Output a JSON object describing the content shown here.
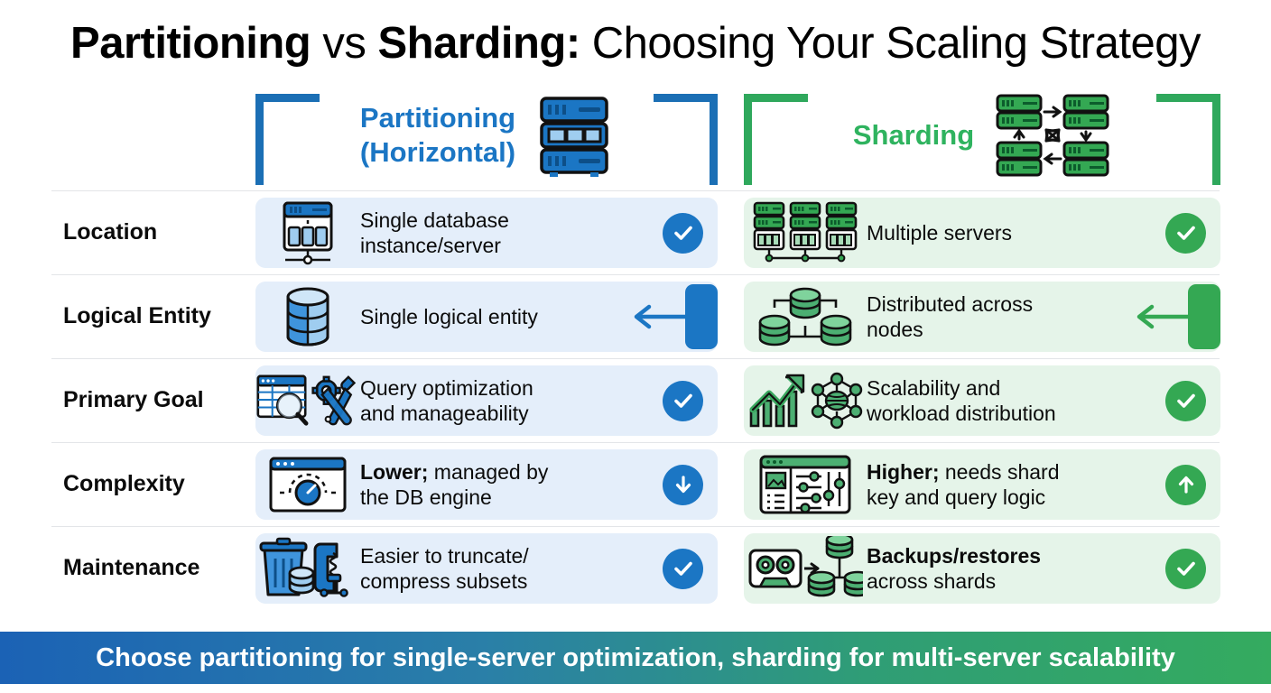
{
  "title": {
    "part1": "Partitioning",
    "part2": " vs ",
    "part3": "Sharding:",
    "part4": " Choosing Your Scaling Strategy"
  },
  "columns": [
    {
      "key": "partitioning",
      "label": "Partitioning\n(Horizontal)",
      "icon": "server-stack-icon",
      "color": "#1b76c4"
    },
    {
      "key": "sharding",
      "label": "Sharding",
      "icon": "distributed-servers-icon",
      "color": "#2fb35f"
    }
  ],
  "rows": [
    {
      "label": "Location",
      "left": {
        "text": "Single database\ninstance/server",
        "icon": "database-server-icon",
        "badge": "check",
        "badge_color": "#1b76c4"
      },
      "right": {
        "text": "Multiple servers",
        "icon": "multiple-servers-icon",
        "badge": "check",
        "badge_color": "#34a853"
      }
    },
    {
      "label": "Logical Entity",
      "left": {
        "text": "Single logical entity",
        "icon": "database-cylinder-icon",
        "badge": "arrow-left-block",
        "badge_color": "#1b76c4"
      },
      "right": {
        "text": "Distributed across\nnodes",
        "icon": "distributed-databases-icon",
        "badge": "arrow-left-block",
        "badge_color": "#34a853"
      }
    },
    {
      "label": "Primary Goal",
      "left": {
        "text": "Query optimization\nand manageability",
        "icon": "query-tools-icon",
        "badge": "check",
        "badge_color": "#1b76c4"
      },
      "right": {
        "text": "Scalability and\nworkload distribution",
        "icon": "growth-network-icon",
        "badge": "check",
        "badge_color": "#34a853"
      }
    },
    {
      "label": "Complexity",
      "left": {
        "bold_prefix": "Lower;",
        "text": " managed by\nthe DB engine",
        "icon": "dashboard-dial-icon",
        "badge": "arrow-down",
        "badge_color": "#1b76c4"
      },
      "right": {
        "bold_prefix": "Higher;",
        "text": " needs shard\nkey and query logic",
        "icon": "settings-sliders-icon",
        "badge": "arrow-up",
        "badge_color": "#34a853"
      }
    },
    {
      "label": "Maintenance",
      "left": {
        "text": "Easier to truncate/\ncompress subsets",
        "icon": "trash-compress-icon",
        "badge": "check",
        "badge_color": "#1b76c4"
      },
      "right": {
        "bold_prefix": "Backups/restores",
        "text": "\nacross shards",
        "icon": "backup-tape-icon",
        "badge": "check",
        "badge_color": "#34a853"
      }
    }
  ],
  "footer": {
    "text": "Choose partitioning for single-server optimization, sharding for multi-server scalability"
  }
}
